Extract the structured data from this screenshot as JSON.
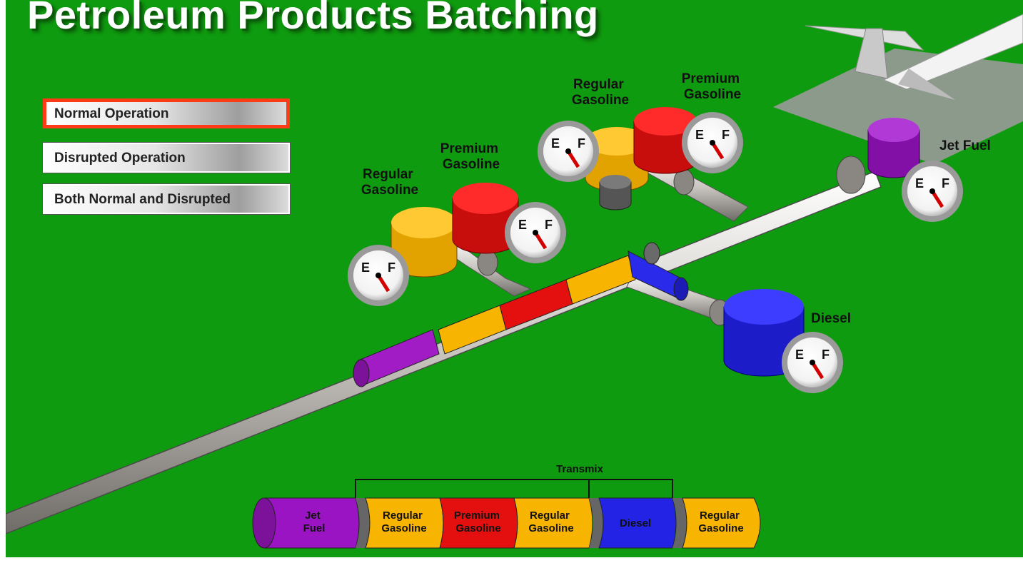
{
  "title": "Petroleum Products Batching",
  "menu": [
    {
      "label": "Normal Operation",
      "active": true
    },
    {
      "label": "Disrupted Operation",
      "active": false
    },
    {
      "label": "Both  Normal and Disrupted",
      "active": false
    }
  ],
  "tanks": [
    {
      "id": "regular-gasoline-1",
      "label_lines": [
        "Regular",
        "Gasoline"
      ],
      "color": "#f7b400"
    },
    {
      "id": "premium-gasoline-1",
      "label_lines": [
        "Premium",
        "Gasoline"
      ],
      "color": "#e41010"
    },
    {
      "id": "regular-gasoline-2",
      "label_lines": [
        "Regular",
        "Gasoline"
      ],
      "color": "#f7b400"
    },
    {
      "id": "premium-gasoline-2",
      "label_lines": [
        "Premium",
        "Gasoline"
      ],
      "color": "#e41010"
    },
    {
      "id": "jet-fuel",
      "label_lines": [
        "Jet Fuel"
      ],
      "color": "#9b14c4"
    },
    {
      "id": "diesel",
      "label_lines": [
        "Diesel"
      ],
      "color": "#2323e6"
    }
  ],
  "gauge": {
    "empty_label": "E",
    "full_label": "F"
  },
  "legend": {
    "bracket_label": "Transmix",
    "segments": [
      {
        "lines": [
          "Jet",
          "Fuel"
        ],
        "color": "#9b14c4"
      },
      {
        "lines": [
          "Regular",
          "Gasoline"
        ],
        "color": "#f7b400"
      },
      {
        "lines": [
          "Premium",
          "Gasoline"
        ],
        "color": "#e41010"
      },
      {
        "lines": [
          "Regular",
          "Gasoline"
        ],
        "color": "#f7b400"
      },
      {
        "lines": [
          "Diesel"
        ],
        "color": "#2323e6"
      },
      {
        "lines": [
          "Regular",
          "Gasoline"
        ],
        "color": "#f7b400"
      }
    ]
  },
  "colors": {
    "background": "#0f9b0f",
    "pipe": "#cfccc6",
    "active_border": "#ff3a17"
  }
}
